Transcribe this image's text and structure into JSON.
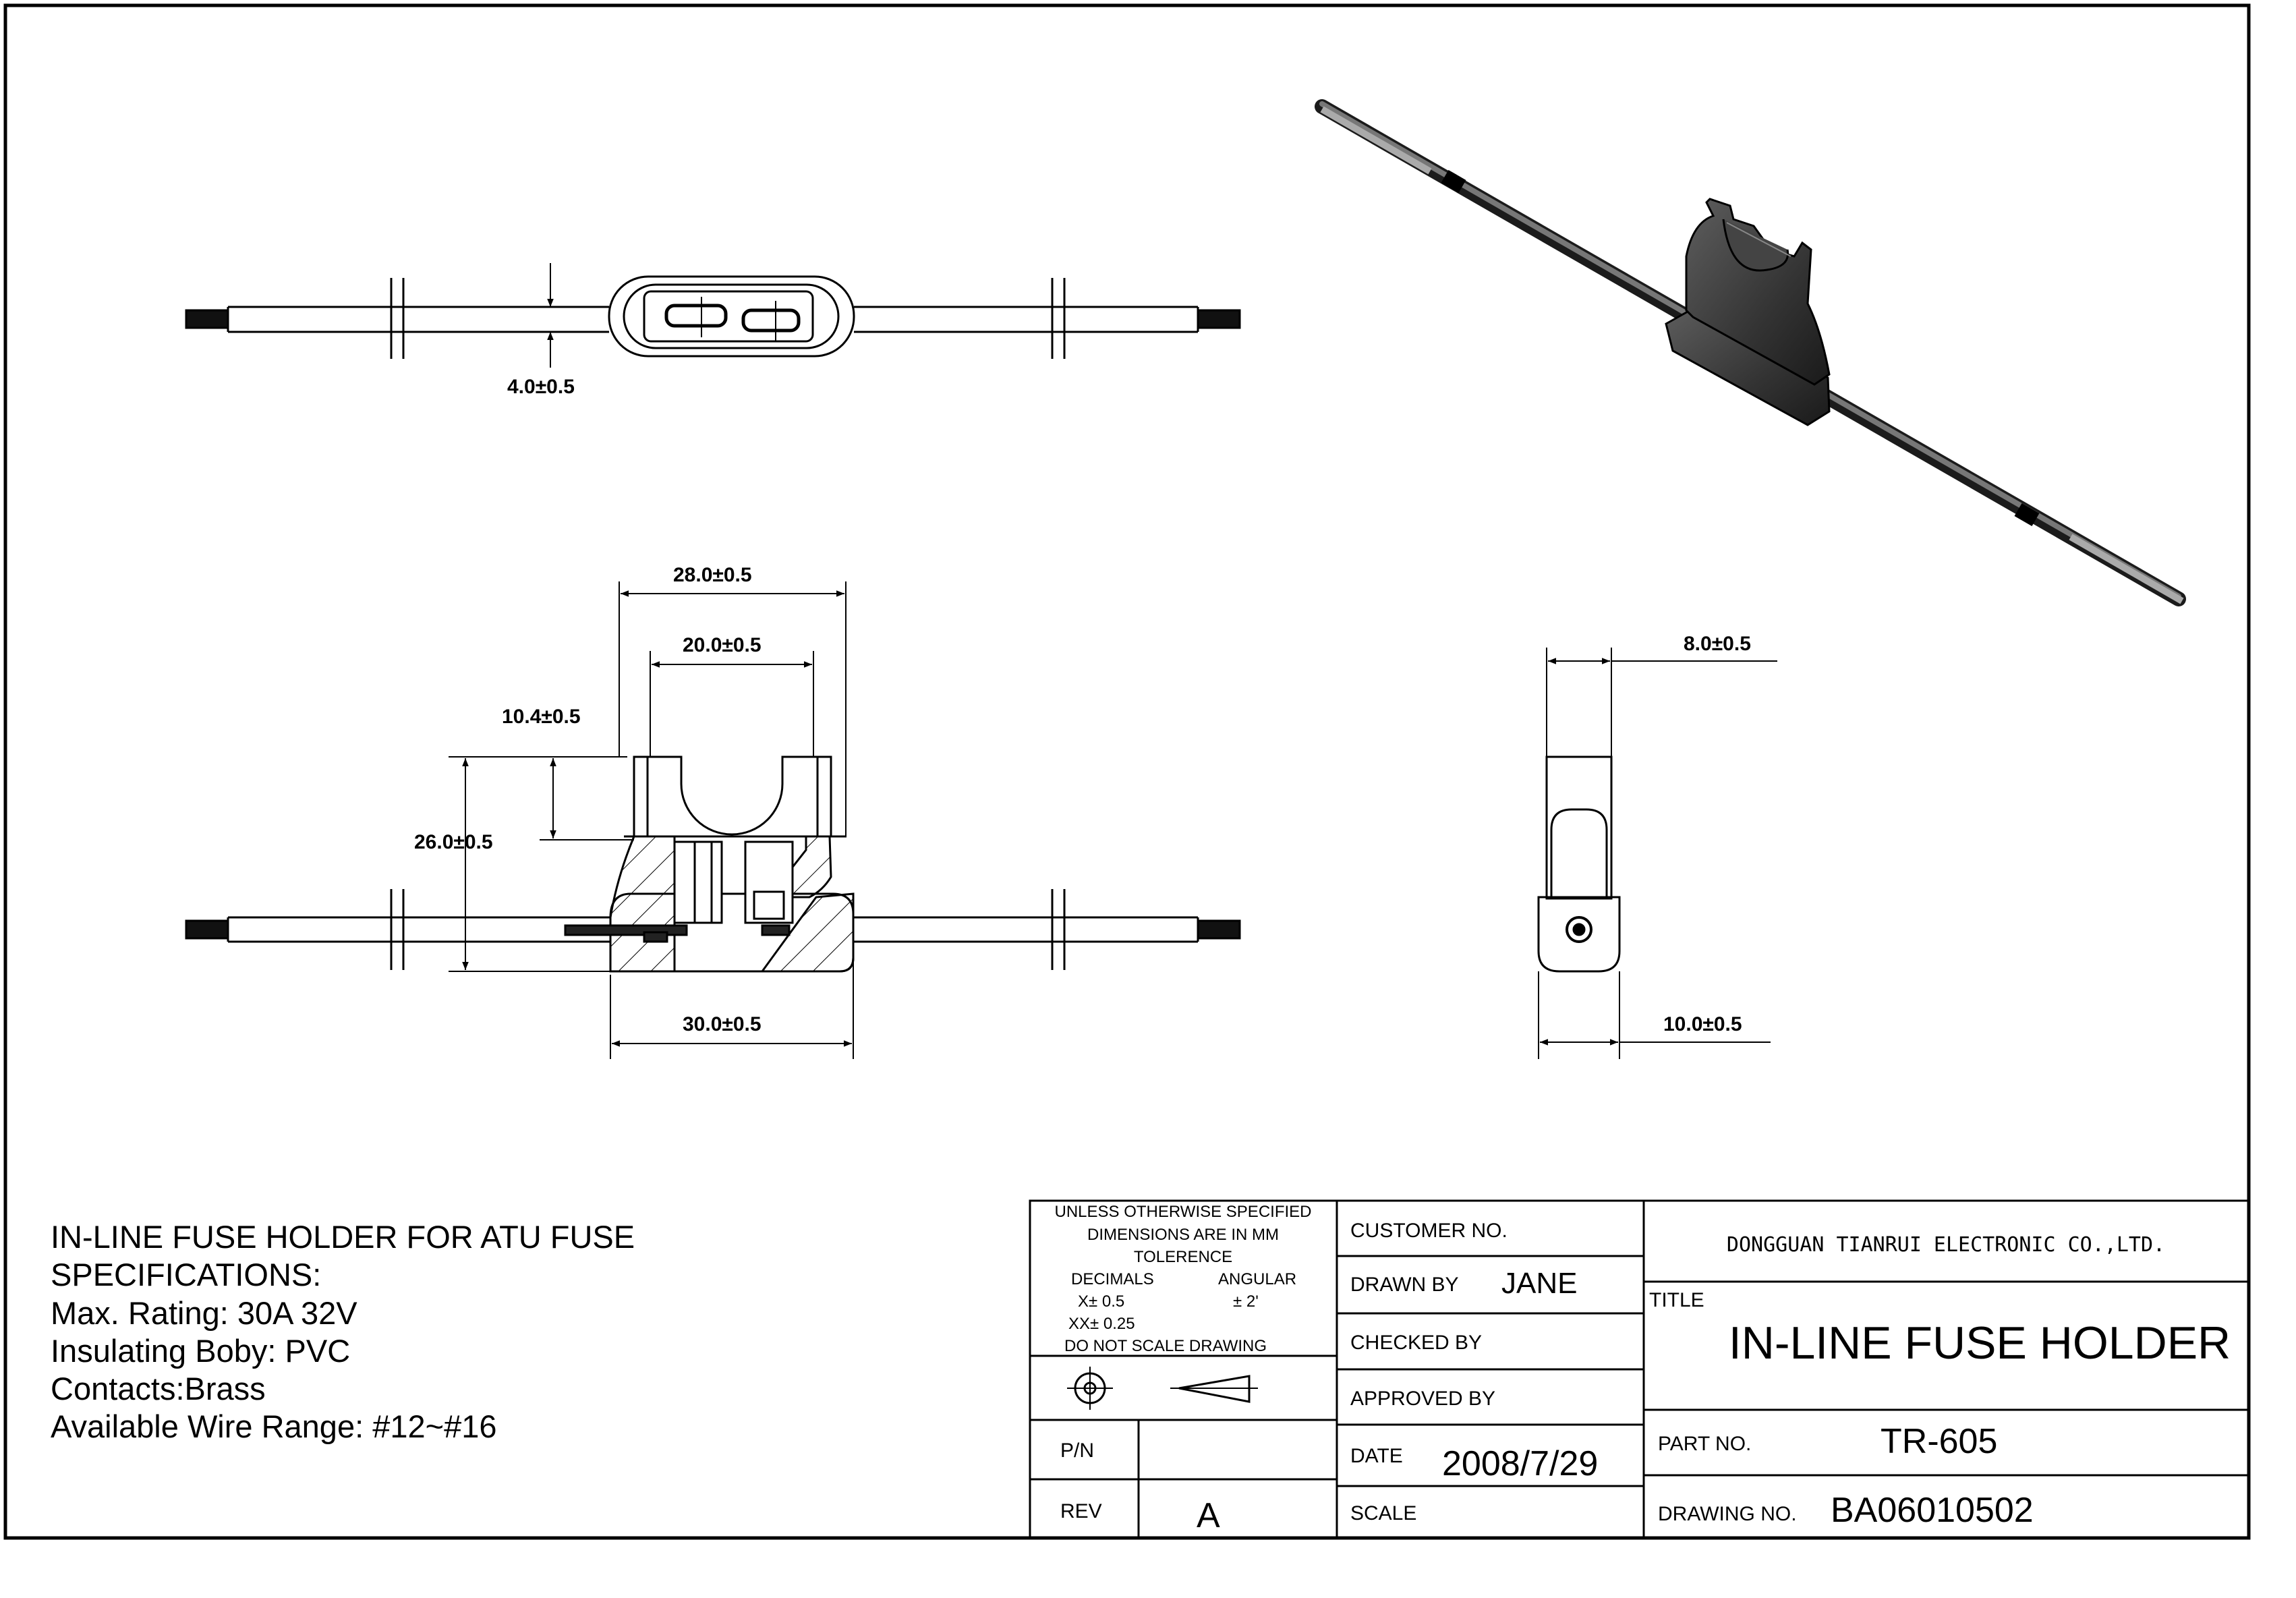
{
  "dimensions": {
    "wire_gap": "4.0±0.5",
    "overall_width": "28.0±0.5",
    "inner_width": "20.0±0.5",
    "slot_depth": "10.4±0.5",
    "height": "26.0±0.5",
    "base_width": "30.0±0.5",
    "side_top": "8.0±0.5",
    "side_bottom": "10.0±0.5"
  },
  "specifications": {
    "lines": [
      "IN-LINE FUSE HOLDER FOR ATU FUSE",
      "SPECIFICATIONS:",
      "Max. Rating: 30A 32V",
      "Insulating Boby: PVC",
      "Contacts:Brass",
      "Available Wire Range:  #12~#16"
    ]
  },
  "title_block": {
    "tolerance": {
      "line1": "UNLESS OTHERWISE SPECIFIED",
      "line2": "DIMENSIONS ARE IN MM",
      "line3": "TOLERENCE",
      "decimals": "DECIMALS",
      "angular": "ANGULAR",
      "x_tol": "X± 0.5",
      "ang_tol": "±  2'",
      "xx_tol": "XX± 0.25",
      "no_scale": "DO NOT SCALE DRAWING"
    },
    "pn_label": "P/N",
    "pn_value": "",
    "rev_label": "REV",
    "rev_value": "A",
    "customer_no_label": "CUSTOMER NO.",
    "drawn_by_label": "DRAWN BY",
    "drawn_by_value": "JANE",
    "checked_by_label": "CHECKED BY",
    "approved_by_label": "APPROVED BY",
    "date_label": "DATE",
    "date_value": "2008/7/29",
    "scale_label": "SCALE",
    "company": "DONGGUAN TIANRUI ELECTRONIC CO.,LTD.",
    "title_label": "TITLE",
    "title_value": "IN-LINE FUSE HOLDER",
    "part_no_label": "PART NO.",
    "part_no_value": "TR-605",
    "drawing_no_label": "DRAWING NO.",
    "drawing_no_value": "BA06010502"
  },
  "colors": {
    "ink": "#000000",
    "part_dark": "#2e2e2e",
    "part_mid": "#5a5a5a",
    "paper": "#ffffff"
  }
}
